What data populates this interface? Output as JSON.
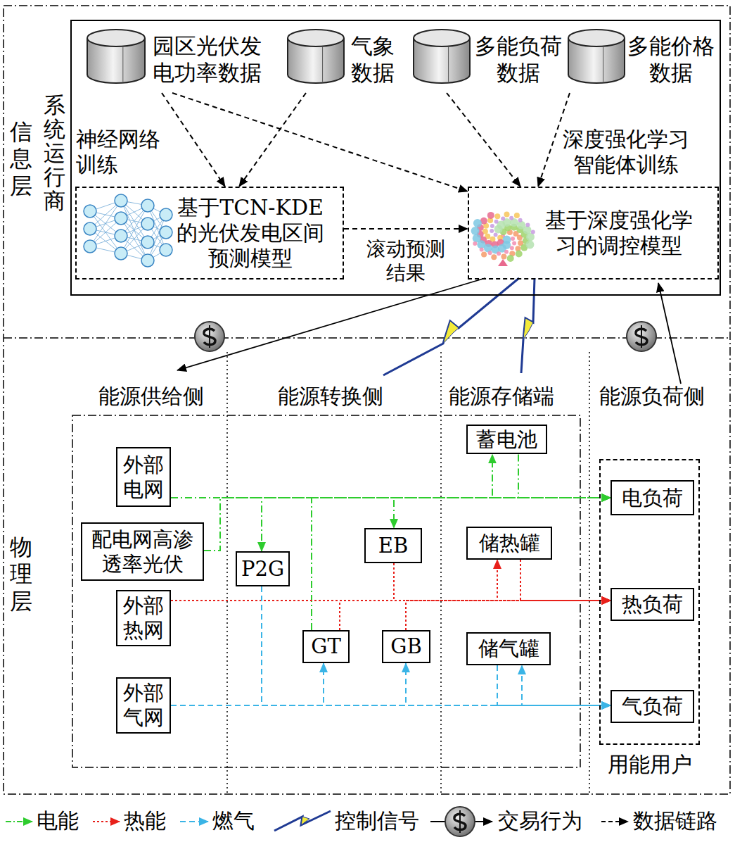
{
  "diagram": {
    "nodes": [
      {
        "text": [
          "系统运行商"
        ]
      },
      {
        "text": [
          "园区光伏发电功率数据"
        ],
        "in": 0
      },
      {
        "text": [
          "气象数据"
        ],
        "in": 0
      },
      {
        "text": [
          "多能负荷数据"
        ],
        "in": 0
      },
      {
        "text": [
          "多能价格数据"
        ],
        "in": 0
      },
      {
        "text": [
          "基于TCN-KDE的光伏发电区间预测模型"
        ],
        "in": 0
      },
      {
        "text": [
          "基于深度强化学习的调控模型"
        ],
        "in": 0
      },
      {
        "text": [
          "外部电网"
        ]
      },
      {
        "text": [
          "配电网高渗透率光伏"
        ]
      },
      {
        "text": [
          "外部热网"
        ]
      },
      {
        "text": [
          "外部气网"
        ]
      },
      {
        "text": [
          "P2G"
        ]
      },
      {
        "text": [
          "EB"
        ]
      },
      {
        "text": [
          "GT"
        ]
      },
      {
        "text": [
          "GB"
        ]
      },
      {
        "text": [
          "蓄电池"
        ]
      },
      {
        "text": [
          "储热罐"
        ]
      },
      {
        "text": [
          "储气罐"
        ]
      },
      {
        "text": [
          "用能用户"
        ]
      },
      {
        "text": [
          "电负荷"
        ],
        "in": 18
      },
      {
        "text": [
          "热负荷"
        ],
        "in": 18
      },
      {
        "text": [
          "气负荷"
        ],
        "in": 18
      }
    ],
    "edges": [
      {
        "from": 1,
        "to": 5,
        "arrow": "to"
      },
      {
        "from": 2,
        "to": 5,
        "arrow": "to"
      },
      {
        "from": 1,
        "to": 6,
        "arrow": "to"
      },
      {
        "from": 3,
        "to": 6,
        "arrow": "to"
      },
      {
        "from": 4,
        "to": 6,
        "arrow": "to"
      },
      {
        "from": 5,
        "to": 6,
        "label": "滚动预测结果",
        "arrow": "to"
      },
      {
        "from": 7,
        "to": 19,
        "arrow": "to"
      },
      {
        "from": 8,
        "to": 19,
        "arrow": "to"
      },
      {
        "from": 7,
        "to": 11,
        "arrow": "to"
      },
      {
        "from": 7,
        "to": 12,
        "arrow": "to"
      },
      {
        "from": 13,
        "to": 19,
        "arrow": "to"
      },
      {
        "from": 7,
        "to": 15,
        "arrow": "to"
      },
      {
        "from": 15,
        "to": 19,
        "arrow": "to"
      },
      {
        "from": 9,
        "to": 20,
        "arrow": "to"
      },
      {
        "from": 13,
        "to": 20,
        "arrow": "to"
      },
      {
        "from": 12,
        "to": 20,
        "arrow": "to"
      },
      {
        "from": 14,
        "to": 20,
        "arrow": "to"
      },
      {
        "from": 9,
        "to": 16,
        "arrow": "to"
      },
      {
        "from": 16,
        "to": 20,
        "arrow": "to"
      },
      {
        "from": 10,
        "to": 21,
        "arrow": "to"
      },
      {
        "from": 11,
        "to": 21,
        "arrow": "to"
      },
      {
        "from": 10,
        "to": 13,
        "arrow": "to"
      },
      {
        "from": 10,
        "to": 14,
        "arrow": "to"
      },
      {
        "from": 10,
        "to": 17,
        "arrow": "to"
      },
      {
        "from": 17,
        "to": 21,
        "arrow": "to"
      }
    ],
    "labels": [
      "信息层",
      "神经网络训练",
      "深度强化学习智能体训练",
      "能源供给侧",
      "能源转换侧",
      "能源存储端",
      "能源负荷侧",
      "物理层"
    ],
    "legend": [
      {
        "text": "电能"
      },
      {
        "text": "热能"
      },
      {
        "text": "燃气"
      },
      {
        "text": "控制信号"
      },
      {
        "text": "交易行为"
      },
      {
        "text": "数据链路"
      }
    ]
  }
}
